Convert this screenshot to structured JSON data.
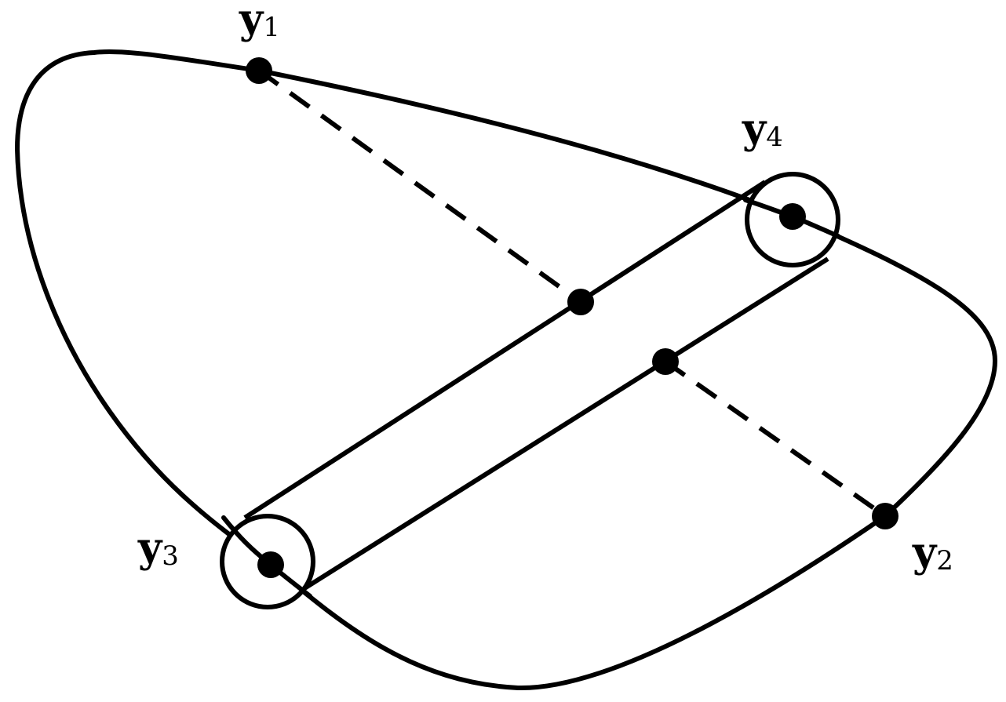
{
  "figure": {
    "labels": {
      "y1": {
        "base": "y",
        "sub": "1"
      },
      "y2": {
        "base": "y",
        "sub": "2"
      },
      "y3": {
        "base": "y",
        "sub": "3"
      },
      "y4": {
        "base": "y",
        "sub": "4"
      }
    },
    "colors": {
      "ink": "#000000",
      "background": "#ffffff"
    }
  }
}
